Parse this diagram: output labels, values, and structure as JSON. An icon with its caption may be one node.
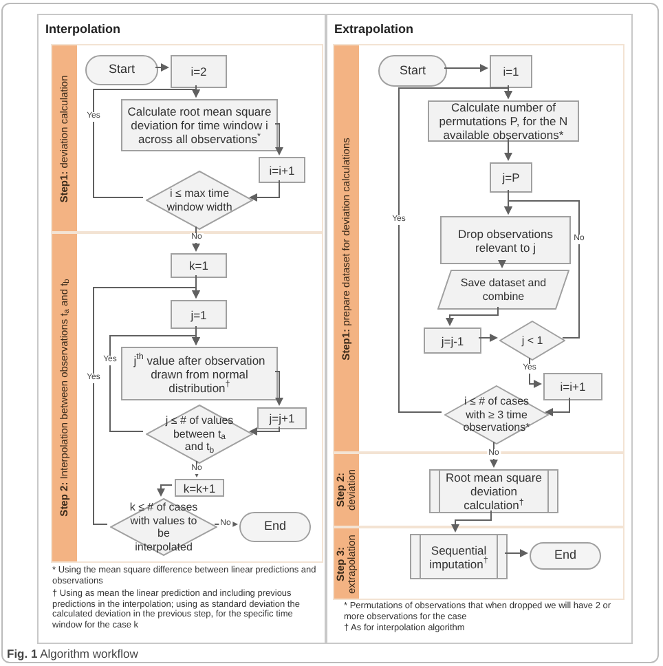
{
  "diagram": {
    "caption": "**Fig. 1** Algorithm workflow",
    "nodes": [
      {
        "text": [
          "Interpolation"
        ]
      },
      {
        "text": [
          "**Step1:** deviation calculation"
        ],
        "in": 0
      },
      {
        "text": [
          "Start"
        ],
        "in": 1
      },
      {
        "text": [
          "i=2"
        ],
        "in": 1
      },
      {
        "text": [
          "Calculate root mean square deviation for time window i across all observations$^{*}$"
        ],
        "in": 1
      },
      {
        "text": [
          "i=i+1"
        ],
        "in": 1
      },
      {
        "text": [
          "i ≤ max time window width"
        ],
        "in": 1
      },
      {
        "text": [
          "**Step 2:** Interpolation between observations t$_{a}$ and t$_{b}$"
        ],
        "in": 0
      },
      {
        "text": [
          "k=1"
        ],
        "in": 7
      },
      {
        "text": [
          "j=1"
        ],
        "in": 7
      },
      {
        "text": [
          "j$^{th}$ value after observation drawn from normal distribution$^{†}$"
        ],
        "in": 7
      },
      {
        "text": [
          "j=j+1"
        ],
        "in": 7
      },
      {
        "text": [
          "j ≤ # of values between t$_{a}$ and t$_{b}$"
        ],
        "in": 7
      },
      {
        "text": [
          "k=k+1"
        ],
        "in": 7
      },
      {
        "text": [
          "k ≤ # of cases with values to be interpolated"
        ],
        "in": 7
      },
      {
        "text": [
          "End"
        ],
        "in": 7
      },
      {
        "text": [
          "Extrapolation"
        ]
      },
      {
        "text": [
          "**Step1:** prepare dataset for deviation calculations"
        ],
        "in": 16
      },
      {
        "text": [
          "Start"
        ],
        "in": 17
      },
      {
        "text": [
          "i=1"
        ],
        "in": 17
      },
      {
        "text": [
          "Calculate number of permutations P, for the N available observations*"
        ],
        "in": 17
      },
      {
        "text": [
          "j=P"
        ],
        "in": 17
      },
      {
        "text": [
          "Drop observations relevant to j"
        ],
        "in": 17
      },
      {
        "text": [
          "Save dataset and combine"
        ],
        "in": 17
      },
      {
        "text": [
          "j=j-1"
        ],
        "in": 17
      },
      {
        "text": [
          "j < 1"
        ],
        "in": 17
      },
      {
        "text": [
          "i=i+1"
        ],
        "in": 17
      },
      {
        "text": [
          "i ≤ # of cases with ≥ 3 time observations*"
        ],
        "in": 17
      },
      {
        "text": [
          "**Step 2:** deviation"
        ],
        "in": 16
      },
      {
        "text": [
          "Root mean square deviation calculation$^{†}$"
        ],
        "in": 28
      },
      {
        "text": [
          "**Step 3:** extrapolation"
        ],
        "in": 16
      },
      {
        "text": [
          "Sequential imputation$^{†}$"
        ],
        "in": 30
      },
      {
        "text": [
          "End"
        ],
        "in": 30
      }
    ],
    "edges": [
      {
        "from": 2,
        "to": 3,
        "arrow": "to"
      },
      {
        "from": 3,
        "to": 4,
        "arrow": "to"
      },
      {
        "from": 4,
        "to": 5,
        "arrow": "to"
      },
      {
        "from": 5,
        "to": 6,
        "arrow": "to"
      },
      {
        "from": 6,
        "to": 4,
        "arrow": "to",
        "label": "Yes"
      },
      {
        "from": 6,
        "to": 8,
        "arrow": "to",
        "label": "No"
      },
      {
        "from": 8,
        "to": 9,
        "arrow": "to"
      },
      {
        "from": 9,
        "to": 10,
        "arrow": "to"
      },
      {
        "from": 10,
        "to": 11,
        "arrow": "to"
      },
      {
        "from": 11,
        "to": 12,
        "arrow": "to"
      },
      {
        "from": 12,
        "to": 10,
        "arrow": "to",
        "label": "Yes"
      },
      {
        "from": 12,
        "to": 13,
        "arrow": "to",
        "label": "No"
      },
      {
        "from": 13,
        "to": 14,
        "arrow": "to"
      },
      {
        "from": 14,
        "to": 9,
        "arrow": "to",
        "label": "Yes"
      },
      {
        "from": 14,
        "to": 15,
        "arrow": "to",
        "label": "No"
      },
      {
        "from": 18,
        "to": 19,
        "arrow": "to"
      },
      {
        "from": 19,
        "to": 20,
        "arrow": "to"
      },
      {
        "from": 20,
        "to": 21,
        "arrow": "to"
      },
      {
        "from": 21,
        "to": 22,
        "arrow": "to"
      },
      {
        "from": 22,
        "to": 23,
        "arrow": "to"
      },
      {
        "from": 23,
        "to": 24,
        "arrow": "to"
      },
      {
        "from": 24,
        "to": 25,
        "arrow": "to"
      },
      {
        "from": 25,
        "to": 22,
        "arrow": "to",
        "label": "No"
      },
      {
        "from": 25,
        "to": 26,
        "arrow": "to",
        "label": "Yes"
      },
      {
        "from": 26,
        "to": 27,
        "arrow": "to"
      },
      {
        "from": 27,
        "to": 20,
        "arrow": "to",
        "label": "Yes"
      },
      {
        "from": 27,
        "to": 29,
        "arrow": "to",
        "label": "No"
      },
      {
        "from": 29,
        "to": 31,
        "arrow": "to"
      },
      {
        "from": 31,
        "to": 32,
        "arrow": "to"
      }
    ],
    "labels": [
      "* Using the mean square difference between linear predictions and observations",
      "† Using as mean the linear prediction and including previous predictions in the interpolation; using as standard deviation the calculated deviation in the previous step, for the specific time window for the case k",
      "* Permutations of observations that when dropped we will have 2 or more observations for the case",
      "† As for interpolation algorithm"
    ]
  }
}
